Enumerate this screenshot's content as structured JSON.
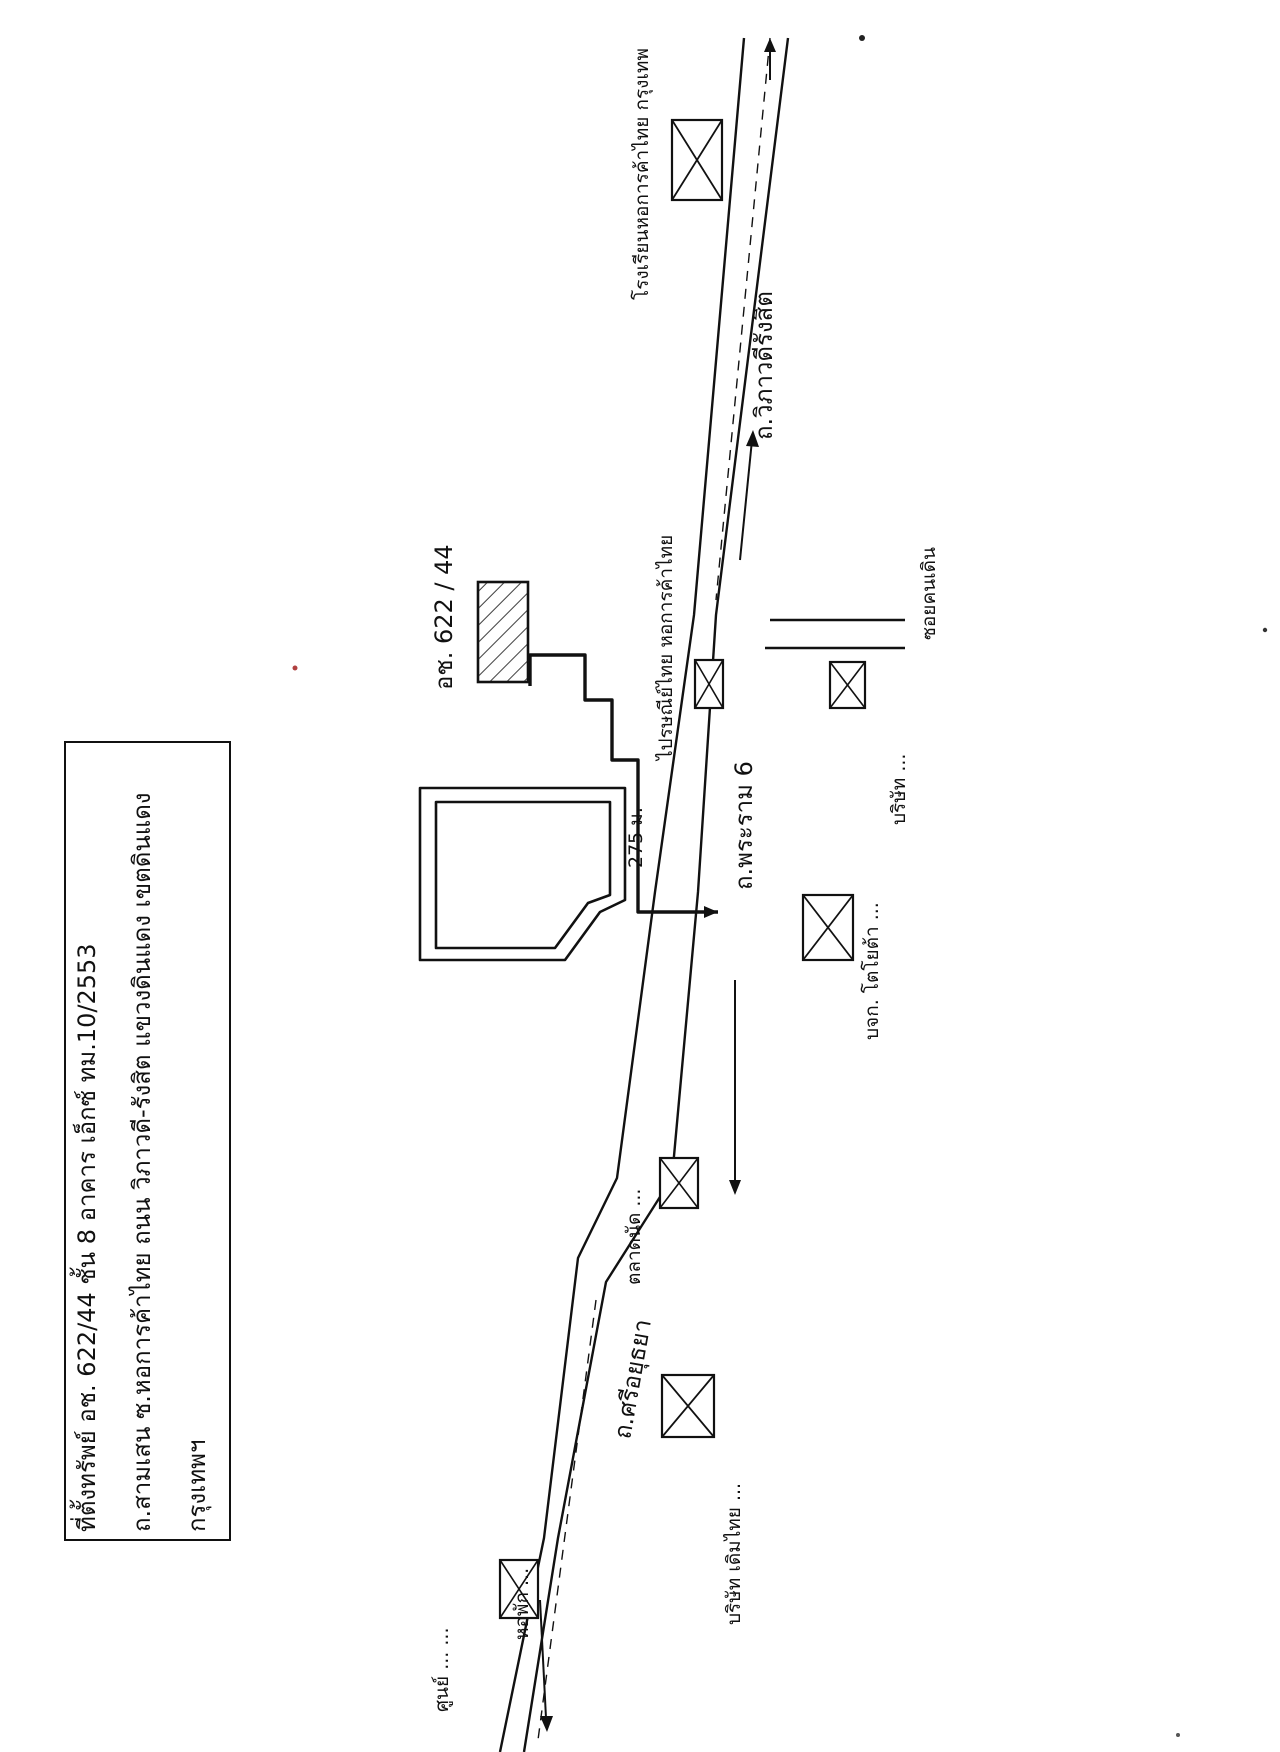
{
  "address_box": {
    "line1": "ที่ตั้งทรัพย์ อช. 622/44 ชั้น 8 อาคาร เอ็กซ์ ทม.10/2553",
    "line2": "ถ.สามเสน ซ.หอการค้าไทย ถนน วิภาวดี-รังสิต แขวงดินแดง เขตดินแดง",
    "line3": "กรุงเทพฯ"
  },
  "target_building": {
    "label": "อช. 622 / 44"
  },
  "distance_label": "275 ม.",
  "roads": {
    "main": "ถ.พระราม 6",
    "upper": "ถ.วิภาวดีรังสิต",
    "lower": "ถ.ศรีอยุธยา"
  },
  "landmarks": {
    "top_right": "โรงเรียนหอการค้าไทย กรุงเทพ",
    "near_target": "ไปรษณีย์ไทย หอการค้าไทย",
    "right_corner": "ซอยคนเดิน",
    "right_lower": "บริษัท ...",
    "center_right": "บจก. โตโยต้า ...",
    "left_upper": "ตลาดนัด ...",
    "left_mid": "บริษัท เดิมไทย ...",
    "bottom_left": "ศูนย์ ... ...",
    "left_side": "หอพัก ..."
  },
  "icons": {
    "landmark": "crossed-box-icon",
    "target": "hatched-building-icon",
    "arrow": "arrow-icon"
  }
}
